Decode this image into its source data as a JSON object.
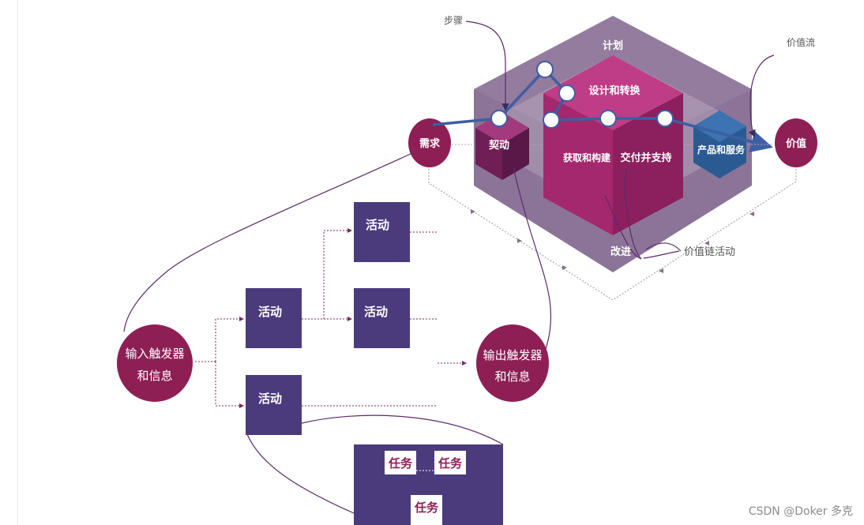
{
  "labels": {
    "step": "步骤",
    "value_stream": "价值流",
    "plan": "计划",
    "design_transition": "设计和转换",
    "demand": "需求",
    "engage": "契动",
    "obtain_build": "获取和构建",
    "deliver_support": "交付并支持",
    "products_services": "产品和服务",
    "value": "价值",
    "improve": "改进",
    "value_chain_activities": "价值链活动"
  },
  "activities": [
    "活动",
    "活动",
    "活动",
    "活动"
  ],
  "triggers": {
    "input_line1": "输入触发器",
    "input_line2": "和信息",
    "output_line1": "输出触发器",
    "output_line2": "和信息"
  },
  "tasks": [
    "任务",
    "任务",
    "任务"
  ],
  "watermark": "CSDN @Doker 多克",
  "colors": {
    "purple_frame": "#82688f",
    "magenta_cube": "#a3286e",
    "engage_box": "#7d2460",
    "circle_magenta": "#8d1f55",
    "activity_box": "#4b3b7d",
    "products_hex": "#2b5a92",
    "flow_line": "#3d5ea3"
  }
}
